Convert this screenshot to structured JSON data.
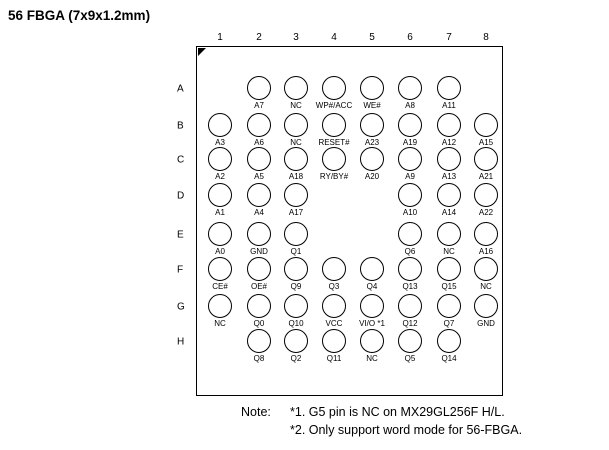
{
  "title": "56 FBGA (7x9x1.2mm)",
  "columns": [
    "1",
    "2",
    "3",
    "4",
    "5",
    "6",
    "7",
    "8"
  ],
  "rows": [
    "A",
    "B",
    "C",
    "D",
    "E",
    "F",
    "G",
    "H"
  ],
  "pins": {
    "A": [
      "",
      "A7",
      "NC",
      "WP#/ACC",
      "WE#",
      "A8",
      "A11",
      ""
    ],
    "B": [
      "A3",
      "A6",
      "NC",
      "RESET#",
      "A23",
      "A19",
      "A12",
      "A15"
    ],
    "C": [
      "A2",
      "A5",
      "A18",
      "RY/BY#",
      "A20",
      "A9",
      "A13",
      "A21"
    ],
    "D": [
      "A1",
      "A4",
      "A17",
      "",
      "",
      "A10",
      "A14",
      "A22"
    ],
    "E": [
      "A0",
      "GND",
      "Q1",
      "",
      "",
      "Q6",
      "NC",
      "A16"
    ],
    "F": [
      "CE#",
      "OE#",
      "Q9",
      "Q3",
      "Q4",
      "Q13",
      "Q15",
      "NC"
    ],
    "G": [
      "NC",
      "Q0",
      "Q10",
      "VCC",
      "VI/O *1",
      "Q12",
      "Q7",
      "GND"
    ],
    "H": [
      "",
      "Q8",
      "Q2",
      "Q11",
      "NC",
      "Q5",
      "Q14",
      ""
    ]
  },
  "note": {
    "label": "Note:",
    "lines": [
      "*1. G5 pin is NC on MX29GL256F H/L.",
      "*2. Only support word mode for 56-FBGA."
    ]
  }
}
